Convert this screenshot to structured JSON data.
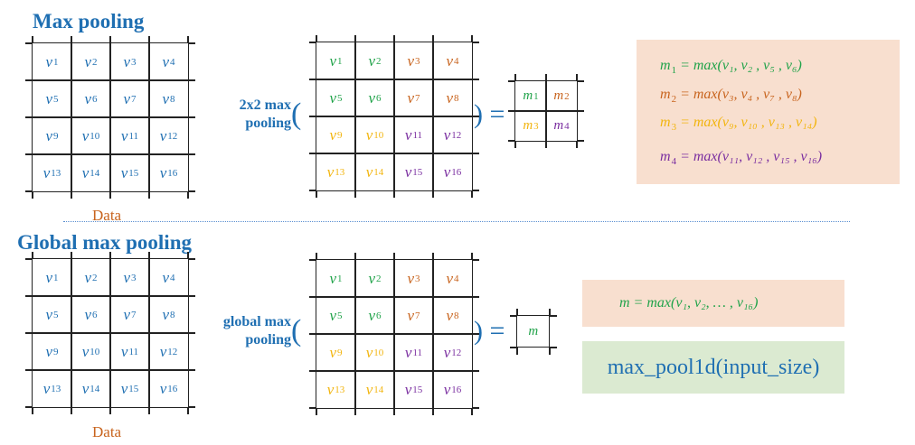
{
  "sections": {
    "top_title": "Max pooling",
    "bottom_title": "Global max pooling"
  },
  "data_label": "Data",
  "top_op": {
    "line1": "2x2 max",
    "line2": "pooling"
  },
  "bottom_op": {
    "line1": "global max",
    "line2": "pooling"
  },
  "equals": ") =",
  "top_formulas": [
    {
      "lhs": "m",
      "sub": "1",
      "rhs": "= max(v₁, v₂ , v₅ , v₆)",
      "color": "#21a34a"
    },
    {
      "lhs": "m",
      "sub": "2",
      "rhs": "= max(v₃, v₄ , v₇ , v₈)",
      "color": "#c8641e"
    },
    {
      "lhs": "m",
      "sub": "3",
      "rhs": "= max(v₉, v₁₀ , v₁₃ , v₁₄)",
      "color": "#f2b50f"
    },
    {
      "lhs": "m",
      "sub": "4",
      "rhs": "= max(v₁₁, v₁₂ , v₁₅ , v₁₆)",
      "color": "#7a2ea0"
    }
  ],
  "bottom_formula": "m = max(v₁, v₂, … , v₁₆)",
  "api_call": "max_pool1d(input_size)",
  "out_top": [
    {
      "text": "m",
      "sub": "1",
      "color": "#21a34a"
    },
    {
      "text": "m",
      "sub": "2",
      "color": "#c8641e"
    },
    {
      "text": "m",
      "sub": "3",
      "color": "#f2b50f"
    },
    {
      "text": "m",
      "sub": "4",
      "color": "#7a2ea0"
    }
  ],
  "out_bottom": {
    "text": "m",
    "color": "#21a34a"
  },
  "colors": {
    "blue": "#1f6fb2",
    "green": "#21a34a",
    "brown": "#c8641e",
    "yellow": "#f2b50f",
    "purple": "#7a2ea0",
    "formula_bg": "#f8dfcf",
    "api_bg": "#dbead1"
  },
  "cells": [
    "1",
    "2",
    "3",
    "4",
    "5",
    "6",
    "7",
    "8",
    "9",
    "10",
    "11",
    "12",
    "13",
    "14",
    "15",
    "16"
  ],
  "pooled_colors": [
    "green",
    "green",
    "brown",
    "brown",
    "green",
    "green",
    "brown",
    "brown",
    "yellow",
    "yellow",
    "purple",
    "purple",
    "yellow",
    "yellow",
    "purple",
    "purple"
  ]
}
